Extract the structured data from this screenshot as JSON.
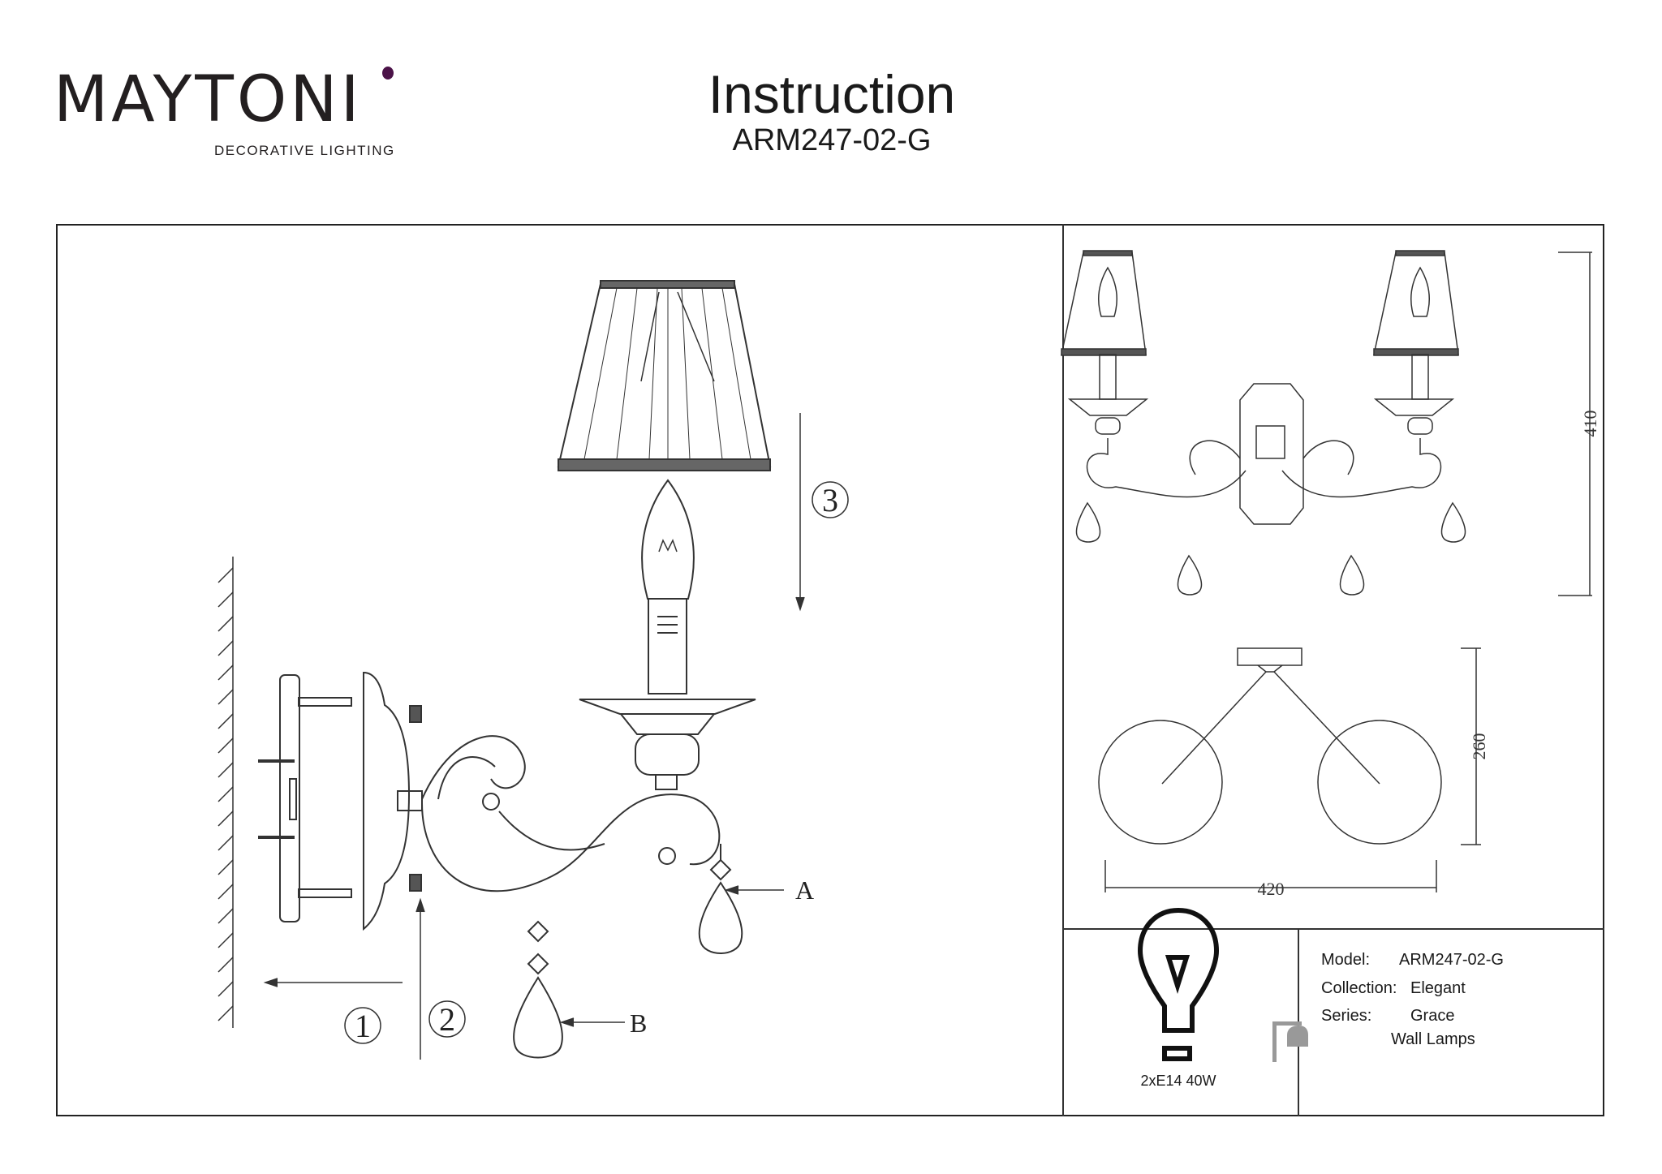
{
  "brand": {
    "name": "MAYTONI",
    "tagline": "DECORATIVE LIGHTING",
    "accent_color": "#4b1248"
  },
  "header": {
    "title": "Instruction",
    "model": "ARM247-02-G"
  },
  "steps": {
    "step1": "1",
    "step2": "2",
    "step3": "3",
    "part_a": "A",
    "part_b": "B"
  },
  "dimensions": {
    "height": "410",
    "depth": "260",
    "width": "420"
  },
  "bulb": {
    "label": "2xE14 40W"
  },
  "specs": {
    "model_label": "Model:",
    "model_value": "ARM247-02-G",
    "collection_label": "Collection:",
    "collection_value": "Elegant",
    "series_label": "Series:",
    "series_value": "Grace",
    "type_value": "Wall Lamps"
  }
}
